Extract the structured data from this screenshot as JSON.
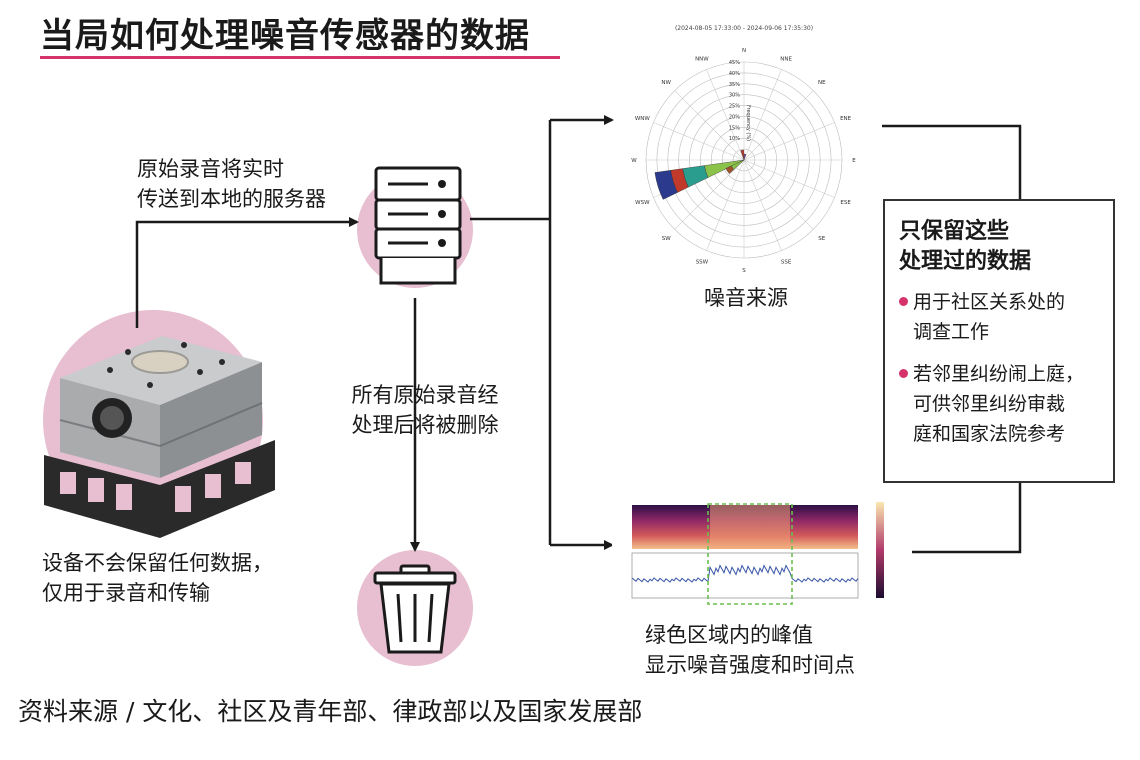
{
  "title": "当局如何处理噪音传感器的数据",
  "colors": {
    "accent": "#d6336c",
    "circle": "#e7bfd0"
  },
  "labels": {
    "realtime_line1": "原始录音将实时",
    "realtime_line2": "传送到本地的服务器",
    "deleted_line1": "所有原始录音经",
    "deleted_line2": "处理后将被删除",
    "device_line1": "设备不会保留任何数据，",
    "device_line2": "仅用于录音和传输",
    "noise_source": "噪音来源",
    "spectro_line1": "绿色区域内的峰值",
    "spectro_line2": "显示噪音强度和时间点"
  },
  "keep_box": {
    "title_line1": "只保留这些",
    "title_line2": "处理过的数据",
    "item1_line1": "用于社区关系处的",
    "item1_line2": "调查工作",
    "item2_line1": "若邻里纠纷闹上庭，",
    "item2_line2": "可供邻里纠纷审裁",
    "item2_line3": "庭和国家法院参考"
  },
  "windrose": {
    "date_range": "(2024-08-05 17:33:00 - 2024-09-06 17:35:30)",
    "directions": [
      "N",
      "NNE",
      "NE",
      "ENE",
      "E",
      "ESE",
      "SE",
      "SSE",
      "S",
      "SSW",
      "SW",
      "WSW",
      "W",
      "WNW",
      "NW",
      "NNW"
    ],
    "ring_labels": [
      "10%",
      "15%",
      "20%",
      "25%",
      "30%",
      "35%",
      "40%",
      "45%"
    ],
    "axis_label": "Frequency (%)"
  },
  "source": "资料来源 / 文化、社区及青年部、律政部以及国家发展部",
  "icons": [
    "server-icon",
    "trash-icon",
    "sensor-device-image"
  ]
}
